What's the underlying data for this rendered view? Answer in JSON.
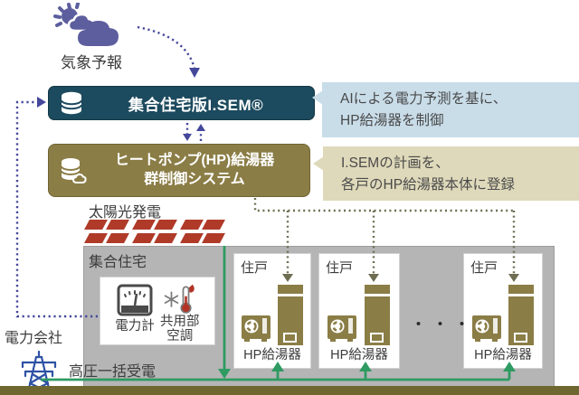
{
  "weather": {
    "label": "気象予報"
  },
  "isem": {
    "title": "集合住宅版I.SEM®"
  },
  "isem_note": {
    "line1": "AIによる電力予測を基に、",
    "line2": "HP給湯器を制御"
  },
  "hp_system": {
    "title_line1": "ヒートポンプ(HP)給湯器",
    "title_line2": "群制御システム"
  },
  "hp_note": {
    "line1": "I.SEMの計画を、",
    "line2": "各戸のHP給湯器本体に登録"
  },
  "solar": {
    "label": "太陽光発電"
  },
  "building": {
    "label": "集合住宅",
    "meter": {
      "label": "電力計"
    },
    "ac": {
      "line1": "共用部",
      "line2": "空調"
    },
    "units": [
      {
        "label": "住戸",
        "device": "HP給湯器"
      },
      {
        "label": "住戸",
        "device": "HP給湯器"
      },
      {
        "label": "住戸",
        "device": "HP給湯器"
      }
    ],
    "ellipsis": "・・・"
  },
  "grid": {
    "company": "電力会社",
    "receiving": "高圧一括受電"
  },
  "colors": {
    "teal_box": "#1c4a5e",
    "olive_box": "#8b7d46",
    "note_blue": "#c9dde9",
    "note_beige": "#ded9ba",
    "power_green": "#2e9b62",
    "data_navy": "#44479a",
    "control_olive": "#6e6d52",
    "solar_red": "#b03a28",
    "building_gray": "#b5b5b6",
    "ground_olive": "#6e6730",
    "tower_blue": "#2e52a5"
  }
}
